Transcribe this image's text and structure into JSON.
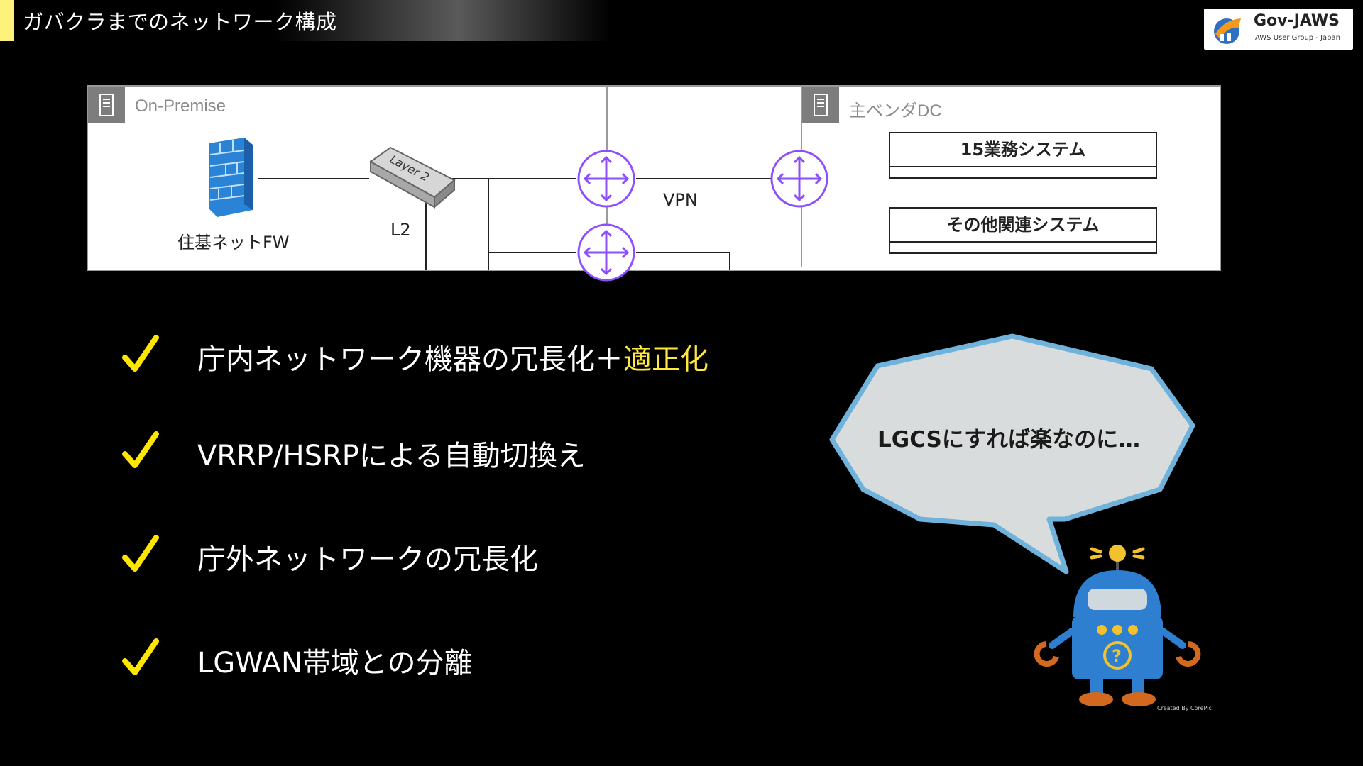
{
  "header": {
    "title": "ガバクラまでのネットワーク構成",
    "logo": {
      "name": "Gov-JAWS",
      "subtitle": "AWS User Group - Japan"
    }
  },
  "diagram": {
    "onprem": {
      "label": "On-Premise",
      "icon": "server-icon"
    },
    "vendor": {
      "label": "主ベンダDC",
      "icon": "server-icon"
    },
    "firewall": {
      "label": "住基ネットFW",
      "icon": "firewall-icon"
    },
    "switch": {
      "label": "L2",
      "device_text": "Layer 2",
      "icon": "layer2-switch-icon"
    },
    "vpn_label": "VPN",
    "systems": [
      "15業務システム",
      "その他関連システム"
    ]
  },
  "bullets": [
    {
      "text": "庁内ネットワーク機器の冗長化＋",
      "highlight": "適正化"
    },
    {
      "text": "VRRP/HSRPによる自動切換え",
      "highlight": ""
    },
    {
      "text": "庁外ネットワークの冗長化",
      "highlight": ""
    },
    {
      "text": "LGWAN帯域との分離",
      "highlight": ""
    }
  ],
  "speech": {
    "text": "LGCSにすれば楽なのに…"
  },
  "credit": "Created By CorePic",
  "colors": {
    "background": "#000000",
    "check": "#ffe600",
    "highlight": "#ffe83a",
    "router": "#8c4fff",
    "bubble": "#d9dcdc",
    "bubble_border": "#6fb3dc",
    "robot": "#2f7fd0"
  }
}
